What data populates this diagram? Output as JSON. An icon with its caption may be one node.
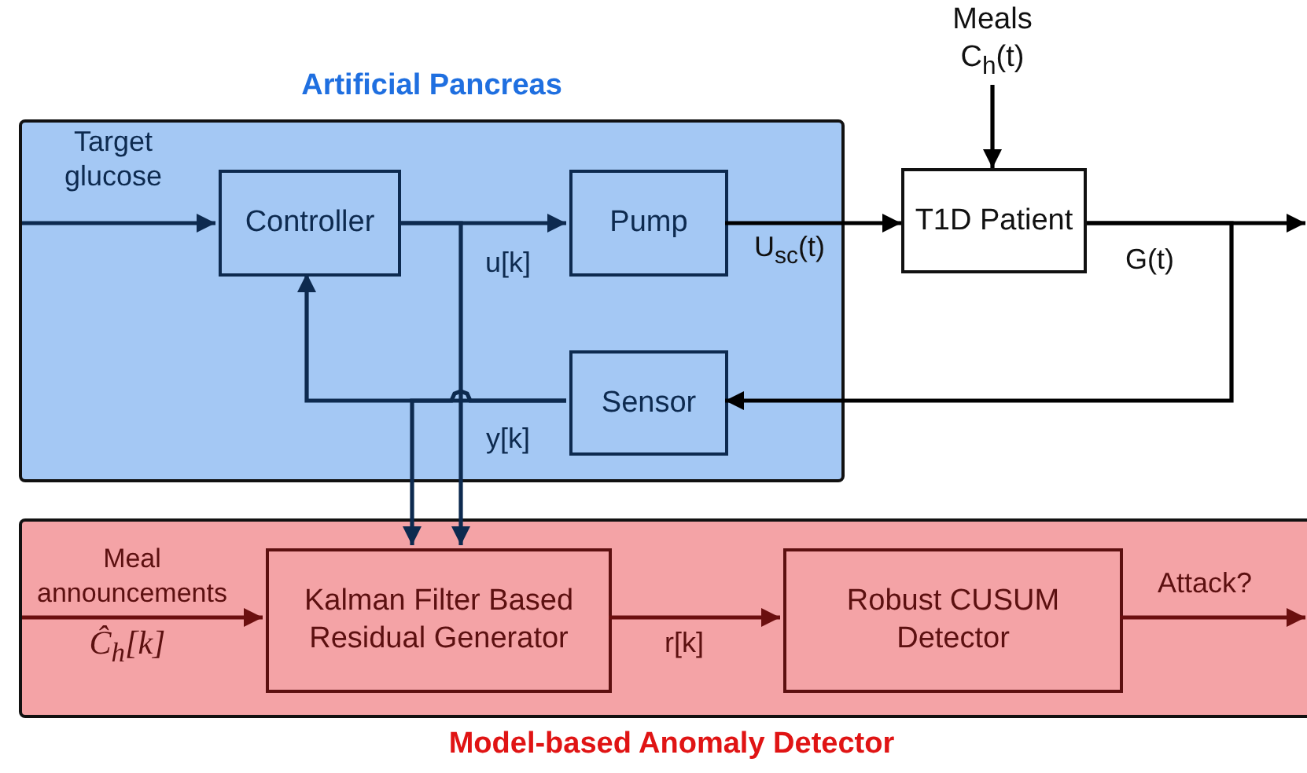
{
  "diagram": {
    "nodes": [
      {
        "text": [
          "Artificial Pancreas"
        ]
      },
      {
        "text": [
          "Controller"
        ],
        "in": 0
      },
      {
        "text": [
          "Pump"
        ],
        "in": 0
      },
      {
        "text": [
          "Sensor"
        ],
        "in": 0
      },
      {
        "text": [
          "Meals C$_{h}$(t)"
        ]
      },
      {
        "text": [
          "T1D Patient"
        ]
      },
      {
        "text": [
          "Model-based Anomaly Detector"
        ]
      },
      {
        "text": [
          "Kalman Filter Based Residual Generator"
        ],
        "in": 6
      },
      {
        "text": [
          "Robust CUSUM Detector"
        ],
        "in": 6
      }
    ],
    "edges": [
      {
        "from": null,
        "to": 1,
        "arrow": "to",
        "label": "Target glucose"
      },
      {
        "from": 1,
        "to": 2,
        "arrow": "to",
        "label": "u[k]"
      },
      {
        "from": 2,
        "to": 5,
        "arrow": "to",
        "label": "U$_{sc}$(t)",
        "color": "#000000"
      },
      {
        "from": 4,
        "to": 5,
        "arrow": "to",
        "color": "#000000"
      },
      {
        "from": 5,
        "to": null,
        "arrow": "to",
        "label": "G(t)",
        "color": "#000000"
      },
      {
        "from": 5,
        "to": 3,
        "arrow": "to",
        "color": "#000000"
      },
      {
        "from": 3,
        "to": 1,
        "arrow": "to",
        "label": "y[k]"
      },
      {
        "from": 3,
        "to": 7,
        "arrow": "to"
      },
      {
        "from": 1,
        "to": 7,
        "arrow": "to"
      },
      {
        "from": 7,
        "to": 8,
        "arrow": "to",
        "label": "r[k]",
        "color": "#6b0f0f"
      },
      {
        "from": 8,
        "to": null,
        "arrow": "to",
        "label": "Attack?",
        "color": "#6b0f0f"
      },
      {
        "from": null,
        "to": 7,
        "arrow": "to",
        "label": "Meal announcements",
        "color": "#6b0f0f"
      }
    ],
    "labels": [
      "Ĉ$_{h}$[k]"
    ]
  }
}
